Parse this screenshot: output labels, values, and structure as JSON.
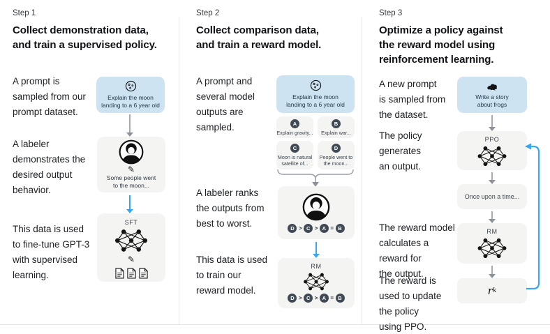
{
  "step1": {
    "label": "Step 1",
    "heading": "Collect demonstration data,\nand train a supervised policy.",
    "captions": {
      "prompt": "A prompt is\nsampled from our\nprompt dataset.",
      "labeler": "A labeler\ndemonstrates the\ndesired output\nbehavior.",
      "finetune": "This data is used\nto fine-tune GPT-3\nwith supervised\nlearning."
    },
    "prompt_box": "Explain the moon\nlanding to a 6 year old",
    "demo_box": "Some people went\nto the moon...",
    "sft_label": "SFT"
  },
  "step2": {
    "label": "Step 2",
    "heading": "Collect comparison data,\nand train a reward model.",
    "captions": {
      "sampled": "A prompt and\nseveral model\noutputs are\nsampled.",
      "ranks": "A labeler ranks\nthe outputs from\nbest to worst.",
      "train": "This data is used\nto train our\nreward model."
    },
    "prompt_box": "Explain the moon\nlanding to a 6 year old",
    "outputs": [
      {
        "badge": "A",
        "text": "Explain gravity..."
      },
      {
        "badge": "B",
        "text": "Explain war..."
      },
      {
        "badge": "C",
        "text": "Moon is natural\nsatellite of..."
      },
      {
        "badge": "D",
        "text": "People went to\nthe moon..."
      }
    ],
    "ranking": [
      "D",
      ">",
      "C",
      ">",
      "A",
      "=",
      "B"
    ],
    "rm_label": "RM"
  },
  "step3": {
    "label": "Step 3",
    "heading": "Optimize a policy against\nthe reward model using\nreinforcement learning.",
    "captions": {
      "prompt": "A new prompt\nis sampled from\nthe dataset.",
      "policy": "The policy\ngenerates\nan output.",
      "reward": "The reward model\ncalculates a\nreward for\nthe output.",
      "update": "The reward is\nused to update\nthe policy\nusing PPO."
    },
    "prompt_box": "Write a story\nabout frogs",
    "ppo_label": "PPO",
    "output_box": "Once upon a time...",
    "rm_label": "RM",
    "reward_symbol": "r",
    "reward_sub": "k"
  },
  "icons": {
    "pencil": "✎"
  },
  "colors": {
    "prompt_box_bg": "#cee3f2",
    "flow_box_bg": "#f4f4f3",
    "blue_arrow": "#3aa7ec",
    "gray_arrow": "#a6abb1",
    "badge_bg": "#404a55"
  }
}
